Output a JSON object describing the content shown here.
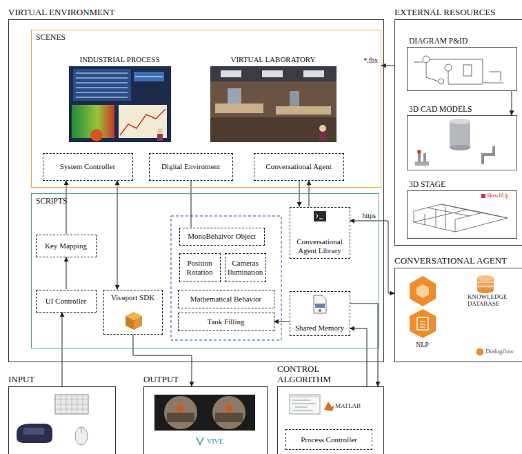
{
  "diagram": {
    "nodes": [
      {
        "text": [
          "VIRTUAL ENVIRONMENT"
        ]
      },
      {
        "text": [
          "SCENES"
        ],
        "in": 0
      },
      {
        "text": [
          "INDUSTRIAL PROCESS"
        ],
        "in": 1
      },
      {
        "text": [
          "VIRTUAL LABORATORY"
        ],
        "in": 1
      },
      {
        "text": [
          "System Controller"
        ],
        "in": 1
      },
      {
        "text": [
          "Digital Enviroment"
        ],
        "in": 1
      },
      {
        "text": [
          "Conversational Agent"
        ],
        "in": 1
      },
      {
        "text": [
          "SCRIPTS"
        ],
        "in": 0
      },
      {
        "text": [
          "Key Mapping"
        ],
        "in": 7
      },
      {
        "text": [
          "UI Controller"
        ],
        "in": 7
      },
      {
        "text": [
          "Viveport SDK"
        ],
        "in": 7
      },
      {
        "text": [
          "MonoBehaivor Object"
        ],
        "in": 7
      },
      {
        "text": [
          "Position Rotation"
        ],
        "in": 7
      },
      {
        "text": [
          "Cameras Ilumination"
        ],
        "in": 7
      },
      {
        "text": [
          "Mathematical Behavior"
        ],
        "in": 7
      },
      {
        "text": [
          "Tank Filling"
        ],
        "in": 7
      },
      {
        "text": [
          "Conversational Agent Library"
        ],
        "in": 7
      },
      {
        "text": [
          "Shared Memory"
        ],
        "in": 7
      },
      {
        "text": [
          "EXTERNAL RESOURCES"
        ]
      },
      {
        "text": [
          "DIAGRAM P&ID"
        ],
        "in": 18
      },
      {
        "text": [
          "3D CAD MODELS"
        ],
        "in": 18
      },
      {
        "text": [
          "3D STAGE"
        ],
        "in": 18
      },
      {
        "text": [
          "CONVERSATIONAL AGENT"
        ]
      },
      {
        "text": [
          "INPUT"
        ]
      },
      {
        "text": [
          "OUTPUT"
        ]
      },
      {
        "text": [
          "CONTROL ALGORITHM"
        ]
      },
      {
        "text": [
          "Process Controller"
        ],
        "in": 25
      }
    ],
    "edges": [
      {
        "from": 8,
        "to": 4,
        "arrow": "to"
      },
      {
        "from": 9,
        "to": 8,
        "arrow": "to"
      },
      {
        "from": 23,
        "to": 9,
        "arrow": "to"
      },
      {
        "from": 10,
        "to": 4,
        "arrow": "both"
      },
      {
        "from": 10,
        "to": 24,
        "arrow": "to"
      },
      {
        "from": 5,
        "to": 11,
        "arrow": "none"
      },
      {
        "from": 6,
        "to": 16,
        "arrow": "to"
      },
      {
        "from": 16,
        "to": 6,
        "arrow": "to"
      },
      {
        "from": 16,
        "to": 22,
        "label": "https",
        "arrow": "both"
      },
      {
        "from": 17,
        "to": 15,
        "arrow": "to"
      },
      {
        "from": 17,
        "to": 25,
        "arrow": "to"
      },
      {
        "from": 25,
        "to": 17,
        "arrow": "to"
      },
      {
        "from": 18,
        "to": 1,
        "label": "*.fbx",
        "arrow": "to"
      },
      {
        "from": 19,
        "to": 20,
        "arrow": "to"
      }
    ],
    "labels": [
      "SketchUp",
      "KNOWLEDGE DATABASE",
      "NLP",
      "Dialogflow",
      "VIVE",
      "MATLAB"
    ]
  }
}
